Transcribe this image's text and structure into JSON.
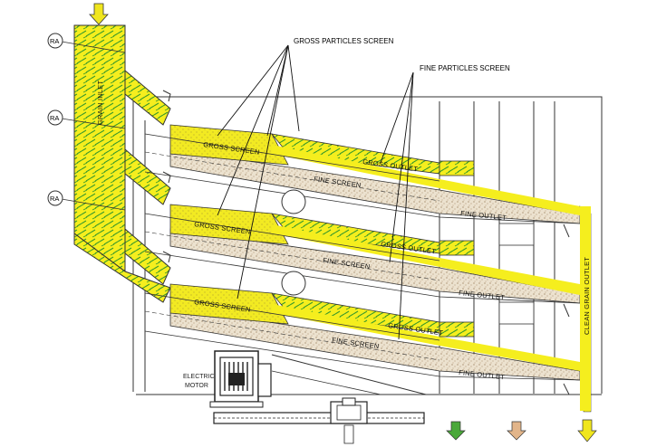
{
  "labels": {
    "grain_inlet": "GRAIN INLET",
    "gross_particles_screen": "GROSS PARTICLES SCREEN",
    "fine_particles_screen": "FINE PARTICLES SCREEN",
    "gross_screen": "GROSS SCREEN",
    "gross_outlet": "GROSS OUTLET",
    "fine_screen": "FINE SCREEN",
    "fine_outlet": "FINE OUTLET",
    "clean_grain_outlet": "CLEAN GRAIN OUTLET",
    "electric": "ELECTRIC",
    "motor": "MOTOR",
    "ra": "RA"
  },
  "colors": {
    "grain_yellow": "#f5ee1e",
    "hatch_green": "#3a9a2a",
    "fine_tan": "#e9ddc6",
    "dots_brown": "#9a7a55",
    "arrow_yellow": "#f0e61e",
    "arrow_green": "#4aa83a",
    "arrow_tan": "#e2b58a",
    "line": "#333333"
  }
}
